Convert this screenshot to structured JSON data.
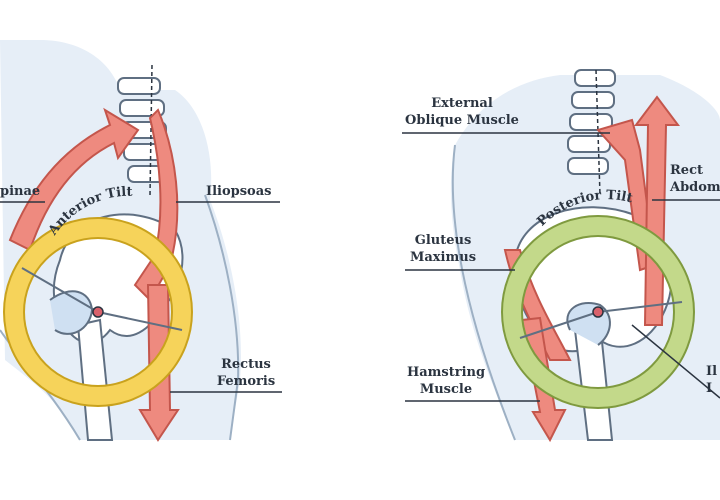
{
  "colors": {
    "body_fill": "#e6eef7",
    "body_outline": "#5f6f82",
    "bone_fill": "#ffffff",
    "bone_blue": "#cfe0f2",
    "muscle_fill": "#ee8a7f",
    "muscle_stroke": "#c4564c",
    "anterior_ring": "#f6d35a",
    "anterior_ring_dark": "#c9a21d",
    "posterior_ring": "#c3d98a",
    "posterior_ring_dark": "#7f9a3f",
    "pivot": "#d9616b",
    "label_text": "#2b3440",
    "leader": "#2b3440"
  },
  "anterior": {
    "ring_title": "Anterior Tilt",
    "labels": {
      "erector": "pinae",
      "iliopsoas": "Iliopsoas",
      "rectus_femoris_1": "Rectus",
      "rectus_femoris_2": "Femoris"
    }
  },
  "posterior": {
    "ring_title": "Posterior Tilt",
    "labels": {
      "external_oblique_1": "External",
      "external_oblique_2": "Oblique Muscle",
      "rectus_abdominis_1": "Rect",
      "rectus_abdominis_2": "Abdom",
      "gluteus_1": "Gluteus",
      "gluteus_2": "Maximus",
      "hamstring_1": "Hamstring",
      "hamstring_2": "Muscle",
      "iliopsoas_1": "Il",
      "iliopsoas_2": "I"
    }
  }
}
